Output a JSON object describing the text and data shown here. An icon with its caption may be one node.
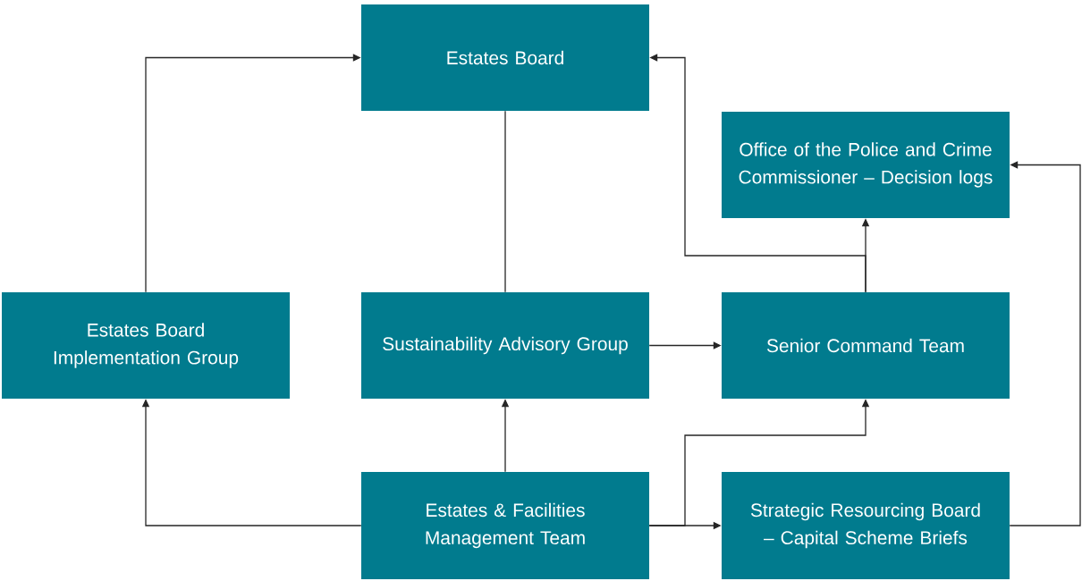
{
  "diagram": {
    "nodes": [
      {
        "text": [
          "Estates Board"
        ]
      },
      {
        "text": [
          "Office of the Police and Crime Commissioner – Decision logs"
        ]
      },
      {
        "text": [
          "Estates Board Implementation Group"
        ]
      },
      {
        "text": [
          "Sustainability Advisory Group"
        ]
      },
      {
        "text": [
          "Senior Command Team"
        ]
      },
      {
        "text": [
          "Estates & Facilities Management Team"
        ]
      },
      {
        "text": [
          "Strategic Resourcing Board – Capital Scheme Briefs"
        ]
      }
    ],
    "edges": [
      {
        "from": 2,
        "to": 0,
        "arrow": "to"
      },
      {
        "from": 3,
        "to": 0,
        "arrow": "none"
      },
      {
        "from": 4,
        "to": 1,
        "arrow": "to"
      },
      {
        "from": 4,
        "to": 0,
        "arrow": "to"
      },
      {
        "from": 3,
        "to": 4,
        "arrow": "to"
      },
      {
        "from": 5,
        "to": 3,
        "arrow": "to"
      },
      {
        "from": 5,
        "to": 2,
        "arrow": "to"
      },
      {
        "from": 5,
        "to": 6,
        "arrow": "to"
      },
      {
        "from": 5,
        "to": 4,
        "arrow": "to"
      },
      {
        "from": 6,
        "to": 1,
        "arrow": "to"
      }
    ]
  }
}
